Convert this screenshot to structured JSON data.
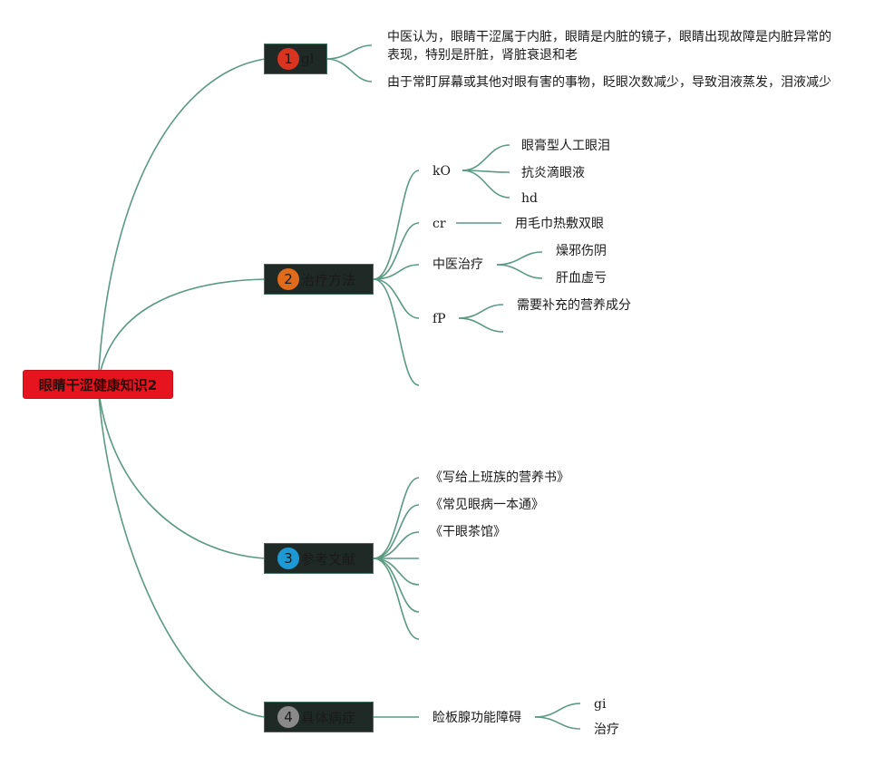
{
  "root": {
    "label": "眼睛干涩健康知识2",
    "color": "#e5141e"
  },
  "branches": [
    {
      "num": "1",
      "label": "gl",
      "badge_color": "#d8341f"
    },
    {
      "num": "2",
      "label": "治疗方法",
      "badge_color": "#e06b1a"
    },
    {
      "num": "3",
      "label": "参考文献",
      "badge_color": "#1d9ad6"
    },
    {
      "num": "4",
      "label": "具体病症",
      "badge_color": "#8a8a8a"
    }
  ],
  "gl_items": [
    "中医认为，眼睛干涩属于内脏，眼睛是内脏的镜子，眼睛出现故障是内脏异常的",
    "表现，特别是肝脏，肾脏衰退和老",
    "由于常盯屏幕或其他对眼有害的事物，眨眼次数减少，导致泪液蒸发，泪液减少"
  ],
  "treatment": {
    "ko": {
      "label": "kO",
      "children": [
        "眼膏型人工眼泪",
        "抗炎滴眼液",
        "hd"
      ]
    },
    "cr": {
      "label": "cr",
      "children": [
        "用毛巾热敷双眼"
      ]
    },
    "tcm": {
      "label": "中医治疗",
      "children": [
        "燥邪伤阴",
        "肝血虚亏"
      ]
    },
    "fp": {
      "label": "fP",
      "children": [
        "需要补充的营养成分"
      ]
    }
  },
  "references": [
    "《写给上班族的营养书》",
    "《常见眼病一本通》",
    "《干眼茶馆》"
  ],
  "symptoms": {
    "label": "睑板腺功能障碍",
    "children": [
      "gi",
      "治疗"
    ]
  },
  "line_color": "#5a9a82"
}
